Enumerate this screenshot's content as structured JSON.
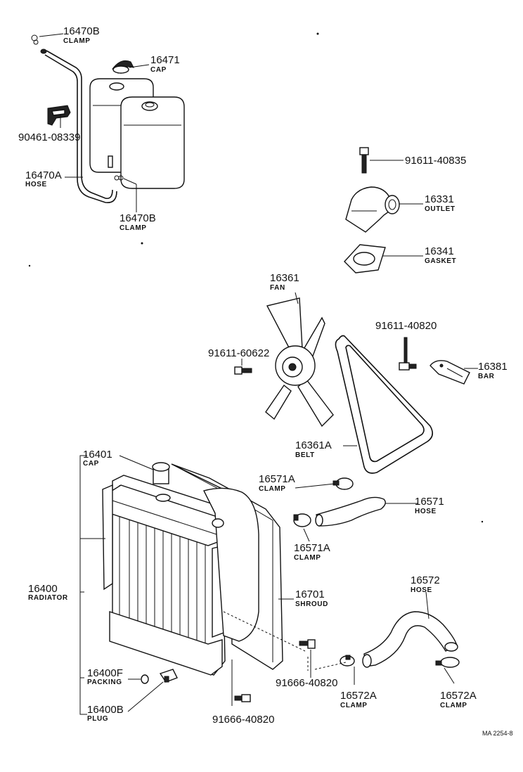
{
  "parts": {
    "clamp_16470b_top": {
      "number": "16470B",
      "name": "CLAMP"
    },
    "cap_16471": {
      "number": "16471",
      "name": "CAP"
    },
    "bracket_90461": {
      "number": "90461-08339"
    },
    "hose_16470a": {
      "number": "16470A",
      "name": "HOSE"
    },
    "clamp_16470b_bottom": {
      "number": "16470B",
      "name": "CLAMP"
    },
    "bolt_91611_40835": {
      "number": "91611-40835"
    },
    "outlet_16331": {
      "number": "16331",
      "name": "OUTLET"
    },
    "gasket_16341": {
      "number": "16341",
      "name": "GASKET"
    },
    "fan_16361": {
      "number": "16361",
      "name": "FAN"
    },
    "bolt_91611_40820": {
      "number": "91611-40820"
    },
    "bolt_91611_60622": {
      "number": "91611-60622"
    },
    "bar_16381": {
      "number": "16381",
      "name": "BAR"
    },
    "belt_16361a": {
      "number": "16361A",
      "name": "BELT"
    },
    "cap_16401": {
      "number": "16401",
      "name": "CAP"
    },
    "clamp_16571a_top": {
      "number": "16571A",
      "name": "CLAMP"
    },
    "hose_16571": {
      "number": "16571",
      "name": "HOSE"
    },
    "clamp_16571a_bottom": {
      "number": "16571A",
      "name": "CLAMP"
    },
    "radiator_16400": {
      "number": "16400",
      "name": "RADIATOR"
    },
    "shroud_16701": {
      "number": "16701",
      "name": "SHROUD"
    },
    "hose_16572": {
      "number": "16572",
      "name": "HOSE"
    },
    "packing_16400f": {
      "number": "16400F",
      "name": "PACKING"
    },
    "bolt_91666_right": {
      "number": "91666-40820"
    },
    "clamp_16572a_left": {
      "number": "16572A",
      "name": "CLAMP"
    },
    "clamp_16572a_right": {
      "number": "16572A",
      "name": "CLAMP"
    },
    "plug_16400b": {
      "number": "16400B",
      "name": "PLUG"
    },
    "bolt_91666_bottom": {
      "number": "91666-40820"
    }
  },
  "reference_code": "MA 2254-8"
}
